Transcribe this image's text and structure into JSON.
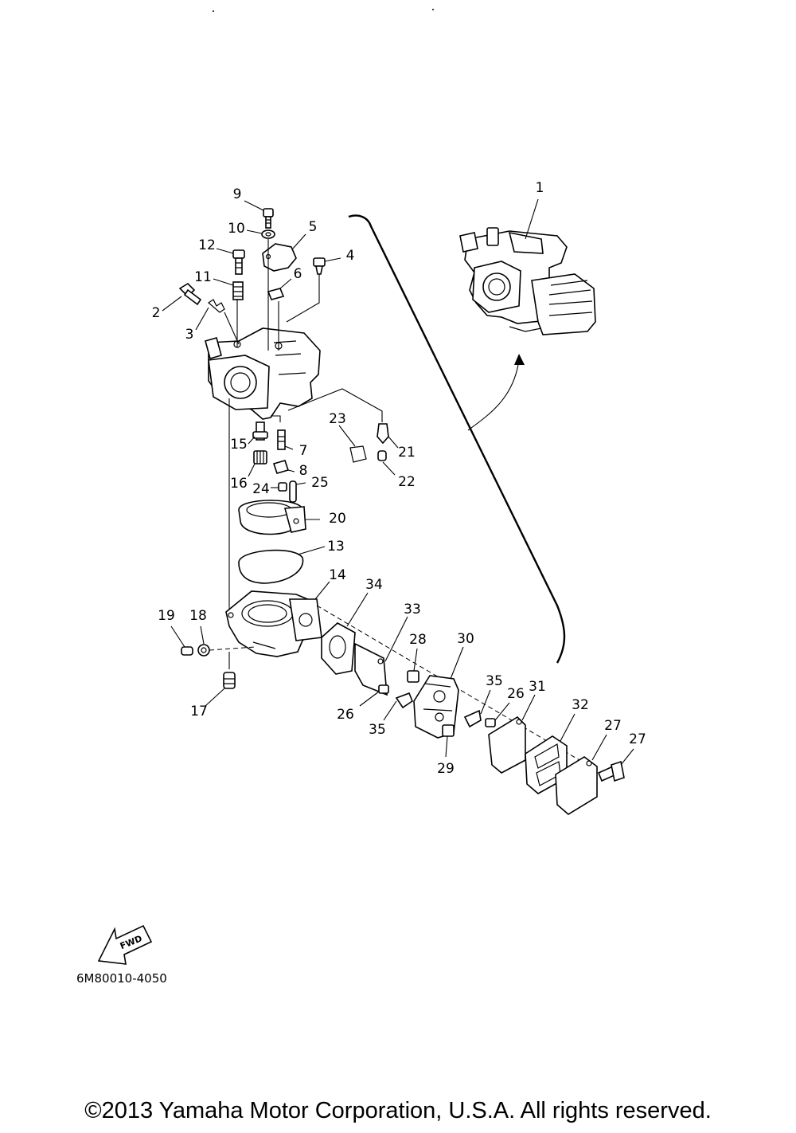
{
  "diagram": {
    "code": "6M80010-4050",
    "fwd_label": "FWD",
    "copyright": "©2013 Yamaha Motor Corporation, U.S.A. All rights reserved."
  },
  "callouts": [
    {
      "id": "p1",
      "number": "1"
    },
    {
      "id": "p2",
      "number": "2"
    },
    {
      "id": "p3",
      "number": "3"
    },
    {
      "id": "p4",
      "number": "4"
    },
    {
      "id": "p5",
      "number": "5"
    },
    {
      "id": "p6",
      "number": "6"
    },
    {
      "id": "p7",
      "number": "7"
    },
    {
      "id": "p8",
      "number": "8"
    },
    {
      "id": "p9",
      "number": "9"
    },
    {
      "id": "p10",
      "number": "10"
    },
    {
      "id": "p11",
      "number": "11"
    },
    {
      "id": "p12",
      "number": "12"
    },
    {
      "id": "p13",
      "number": "13"
    },
    {
      "id": "p14",
      "number": "14"
    },
    {
      "id": "p15",
      "number": "15"
    },
    {
      "id": "p16",
      "number": "16"
    },
    {
      "id": "p17",
      "number": "17"
    },
    {
      "id": "p18",
      "number": "18"
    },
    {
      "id": "p19",
      "number": "19"
    },
    {
      "id": "p20",
      "number": "20"
    },
    {
      "id": "p21",
      "number": "21"
    },
    {
      "id": "p22",
      "number": "22"
    },
    {
      "id": "p23",
      "number": "23"
    },
    {
      "id": "p24",
      "number": "24"
    },
    {
      "id": "p25",
      "number": "25"
    },
    {
      "id": "p26a",
      "number": "26"
    },
    {
      "id": "p26b",
      "number": "26"
    },
    {
      "id": "p27a",
      "number": "27"
    },
    {
      "id": "p27b",
      "number": "27"
    },
    {
      "id": "p28",
      "number": "28"
    },
    {
      "id": "p29",
      "number": "29"
    },
    {
      "id": "p30",
      "number": "30"
    },
    {
      "id": "p31",
      "number": "31"
    },
    {
      "id": "p32",
      "number": "32"
    },
    {
      "id": "p33",
      "number": "33"
    },
    {
      "id": "p34",
      "number": "34"
    },
    {
      "id": "p35a",
      "number": "35"
    },
    {
      "id": "p35b",
      "number": "35"
    }
  ]
}
